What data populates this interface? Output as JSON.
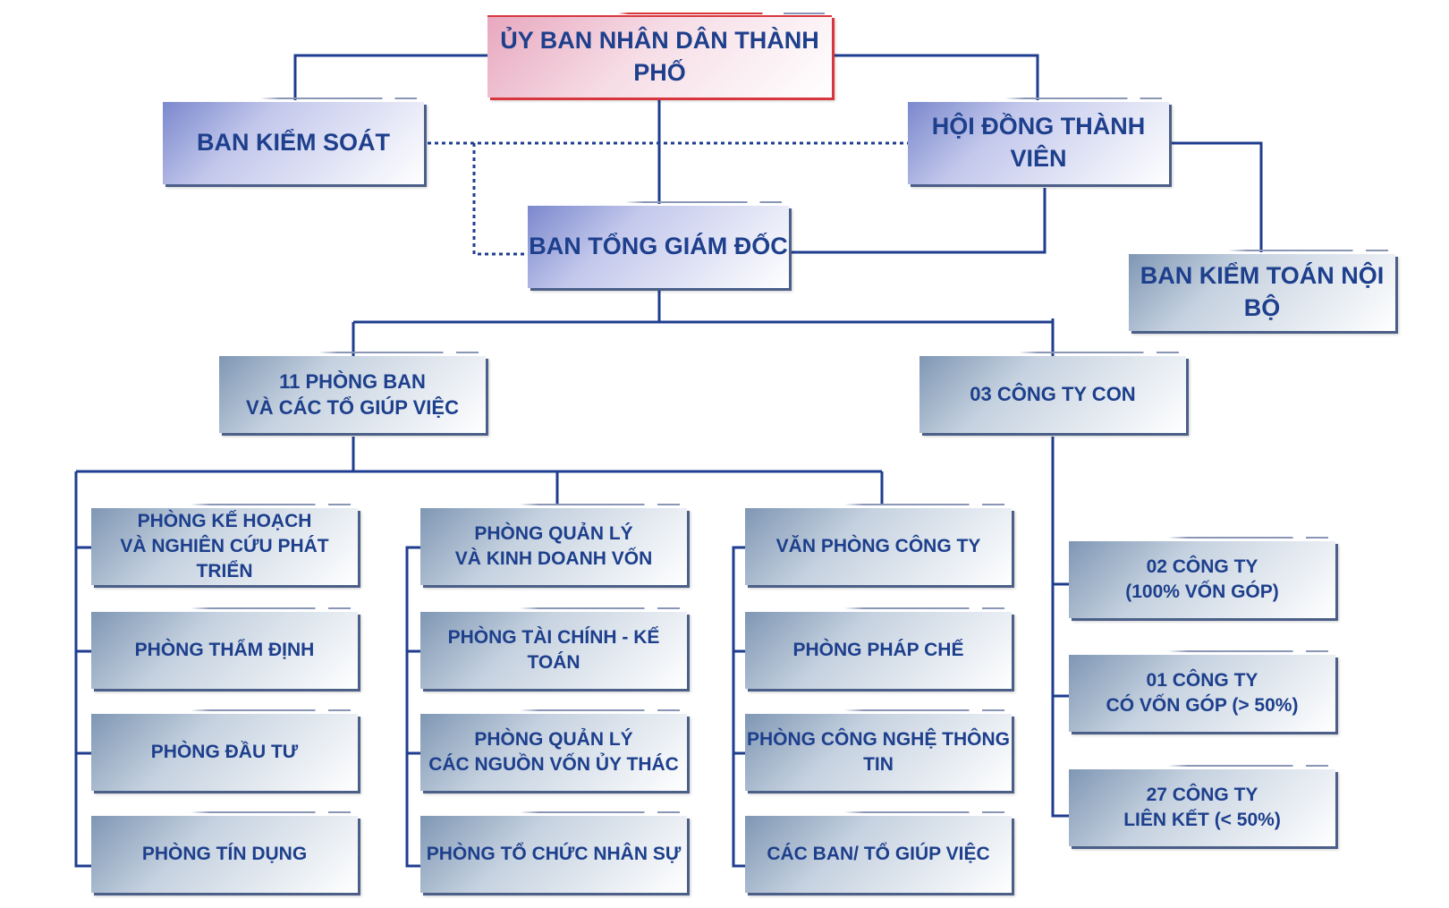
{
  "org": {
    "top": "ỦY BAN NHÂN DÂN THÀNH PHỐ",
    "supervisory_board": "BAN KIỂM SOÁT",
    "members_council": "HỘI ĐỒNG THÀNH VIÊN",
    "general_directors": "BAN TỔNG GIÁM ĐỐC",
    "internal_audit": "BAN KIỂM TOÁN NỘI BỘ",
    "departments_group": {
      "line1": "11 PHÒNG BAN",
      "line2": "VÀ CÁC TỔ GIÚP VIỆC"
    },
    "subsidiaries_group": "03 CÔNG TY CON",
    "col1": [
      {
        "line1": "PHÒNG KẾ HOẠCH",
        "line2": "VÀ NGHIÊN CỨU PHÁT TRIỂN"
      },
      {
        "line1": "PHÒNG THẨM ĐỊNH"
      },
      {
        "line1": "PHÒNG ĐẦU TƯ"
      },
      {
        "line1": "PHÒNG TÍN DỤNG"
      }
    ],
    "col2": [
      {
        "line1": "PHÒNG QUẢN LÝ",
        "line2": "VÀ KINH DOANH VỐN"
      },
      {
        "line1": "PHÒNG TÀI CHÍNH - KẾ TOÁN"
      },
      {
        "line1": "PHÒNG QUẢN LÝ",
        "line2": "CÁC NGUỒN VỐN ỦY THÁC"
      },
      {
        "line1": "PHÒNG TỔ CHỨC NHÂN SỰ"
      }
    ],
    "col3": [
      {
        "line1": "VĂN PHÒNG CÔNG TY"
      },
      {
        "line1": "PHÒNG PHÁP CHẾ"
      },
      {
        "line1": "PHÒNG CÔNG NGHỆ THÔNG TIN"
      },
      {
        "line1": "CÁC BAN/ TỔ GIÚP VIỆC"
      }
    ],
    "companies": [
      {
        "line1": "02 CÔNG TY",
        "line2": "(100% VỐN GÓP)"
      },
      {
        "line1": "01 CÔNG TY",
        "line2": "CÓ VỐN GÓP (> 50%)"
      },
      {
        "line1": "27 CÔNG TY",
        "line2": "LIÊN KẾT (< 50%)"
      }
    ]
  },
  "colors": {
    "line": "#1f3d8f",
    "text": "#1d3f8c",
    "accent_red": "#d8363d"
  }
}
